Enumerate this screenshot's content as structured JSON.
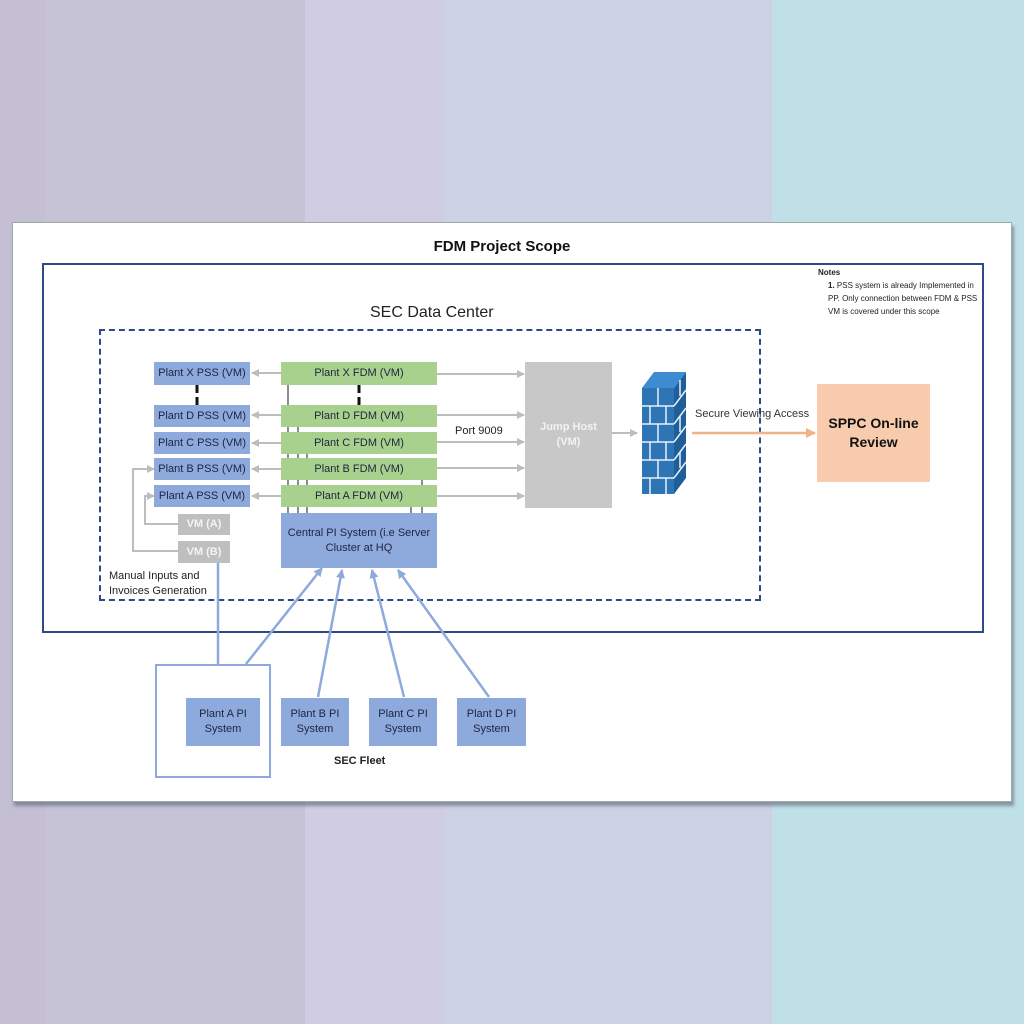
{
  "title": "FDM Project Scope",
  "notes": {
    "heading": "Notes",
    "items": [
      {
        "number": "1.",
        "text": "PSS system is already Implemented in PP. Only connection between FDM & PSS VM is covered under this scope"
      }
    ]
  },
  "data_center": {
    "title": "SEC Data Center",
    "pss_vms": [
      "Plant X PSS (VM)",
      "Plant D PSS (VM)",
      "Plant C PSS (VM)",
      "Plant B PSS (VM)",
      "Plant A PSS (VM)"
    ],
    "fdm_vms": [
      "Plant X FDM (VM)",
      "Plant D FDM (VM)",
      "Plant C FDM (VM)",
      "Plant B FDM (VM)",
      "Plant A FDM (VM)"
    ],
    "aux_vms": [
      "VM (A)",
      "VM (B)"
    ],
    "manual_inputs_label": "Manual Inputs and Invoices Generation",
    "central_pi": "Central PI System (i.e Server Cluster at HQ",
    "port_label": "Port 9009",
    "jump_host": "Jump Host (VM)"
  },
  "firewall": {
    "icon": "firewall-brick-wall"
  },
  "secure_access_label": "Secure Viewing Access",
  "sppc_review": "SPPC On-line Review",
  "fleet": {
    "label": "SEC Fleet",
    "plants": [
      "Plant A PI System",
      "Plant B PI System",
      "Plant C PI System",
      "Plant D PI System"
    ]
  },
  "colors": {
    "pss_blue": "#8ea9dc",
    "fdm_green": "#a9d18e",
    "border_navy": "#2e4a86",
    "jump_gray": "#c8c8c8",
    "sppc_peach": "#f8cbad",
    "firewall_blue": "#2e75b6"
  }
}
